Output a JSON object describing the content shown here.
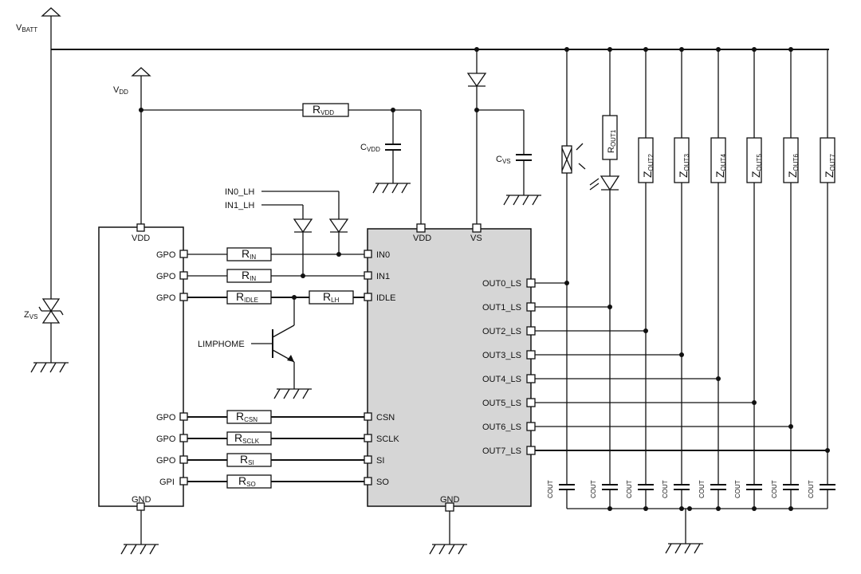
{
  "supplies": {
    "vbatt": {
      "main": "V",
      "sub": "BATT"
    },
    "vdd": {
      "main": "V",
      "sub": "DD"
    }
  },
  "mcu": {
    "vdd_pin": "VDD",
    "gnd_pin": "GND"
  },
  "mcu_pins": [
    "GPO",
    "GPO",
    "GPO",
    "GPO",
    "GPO",
    "GPO",
    "GPI"
  ],
  "chip": {
    "top_pins": [
      "VDD",
      "VS"
    ],
    "left_pins": [
      "IN0",
      "IN1",
      "IDLE",
      "CSN",
      "SCLK",
      "SI",
      "SO"
    ],
    "right_pins": [
      "OUT0_LS",
      "OUT1_LS",
      "OUT2_LS",
      "OUT3_LS",
      "OUT4_LS",
      "OUT5_LS",
      "OUT6_LS",
      "OUT7_LS"
    ],
    "gnd_pin": "GND"
  },
  "signals": {
    "in0_lh": "IN0_LH",
    "in1_lh": "IN1_LH",
    "limphome": "LIMPHOME"
  },
  "series_resistors": [
    {
      "main": "R",
      "sub": "IN"
    },
    {
      "main": "R",
      "sub": "IN"
    },
    {
      "main": "R",
      "sub": "IDLE"
    },
    {
      "main": "R",
      "sub": "CSN"
    },
    {
      "main": "R",
      "sub": "SCLK"
    },
    {
      "main": "R",
      "sub": "SI"
    },
    {
      "main": "R",
      "sub": "SO"
    }
  ],
  "r_lh": {
    "main": "R",
    "sub": "LH"
  },
  "r_vdd": {
    "main": "R",
    "sub": "VDD"
  },
  "c_vdd": {
    "main": "C",
    "sub": "VDD"
  },
  "c_vs": {
    "main": "C",
    "sub": "VS"
  },
  "z_vs": {
    "main": "Z",
    "sub": "VS"
  },
  "r_out1": {
    "main": "R",
    "sub": "OUT1"
  },
  "loads": [
    {
      "main": "Z",
      "sub": "OUT2"
    },
    {
      "main": "Z",
      "sub": "OUT3"
    },
    {
      "main": "Z",
      "sub": "OUT4"
    },
    {
      "main": "Z",
      "sub": "OUT5"
    },
    {
      "main": "Z",
      "sub": "OUT6"
    },
    {
      "main": "Z",
      "sub": "OUT7"
    }
  ],
  "out_caps": [
    {
      "main": "C",
      "sub": "OUT"
    },
    {
      "main": "C",
      "sub": "OUT"
    },
    {
      "main": "C",
      "sub": "OUT"
    },
    {
      "main": "C",
      "sub": "OUT"
    },
    {
      "main": "C",
      "sub": "OUT"
    },
    {
      "main": "C",
      "sub": "OUT"
    },
    {
      "main": "C",
      "sub": "OUT"
    },
    {
      "main": "C",
      "sub": "OUT"
    }
  ]
}
